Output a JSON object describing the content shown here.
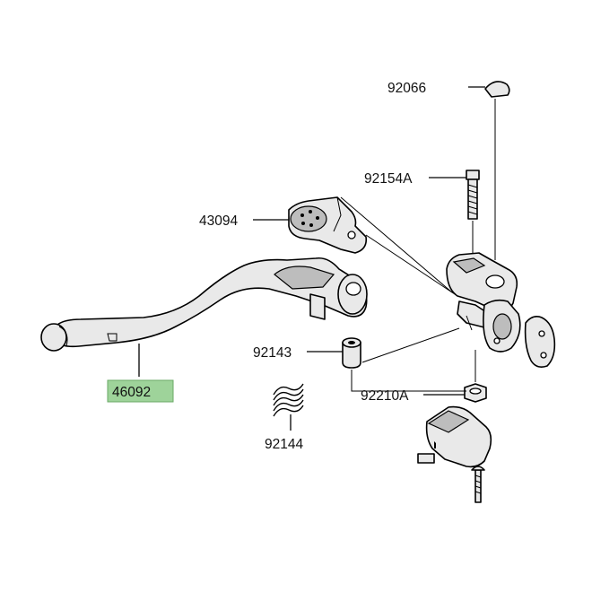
{
  "labels": {
    "p92066": "92066",
    "p92154A": "92154A",
    "p43094": "43094",
    "p92143": "92143",
    "p92210A": "92210A",
    "p92144": "92144",
    "p46092": "46092"
  },
  "highlighted_part": "46092",
  "colors": {
    "highlight": "#9ed39a",
    "part_fill": "#e9e9e9",
    "line": "#000000"
  }
}
